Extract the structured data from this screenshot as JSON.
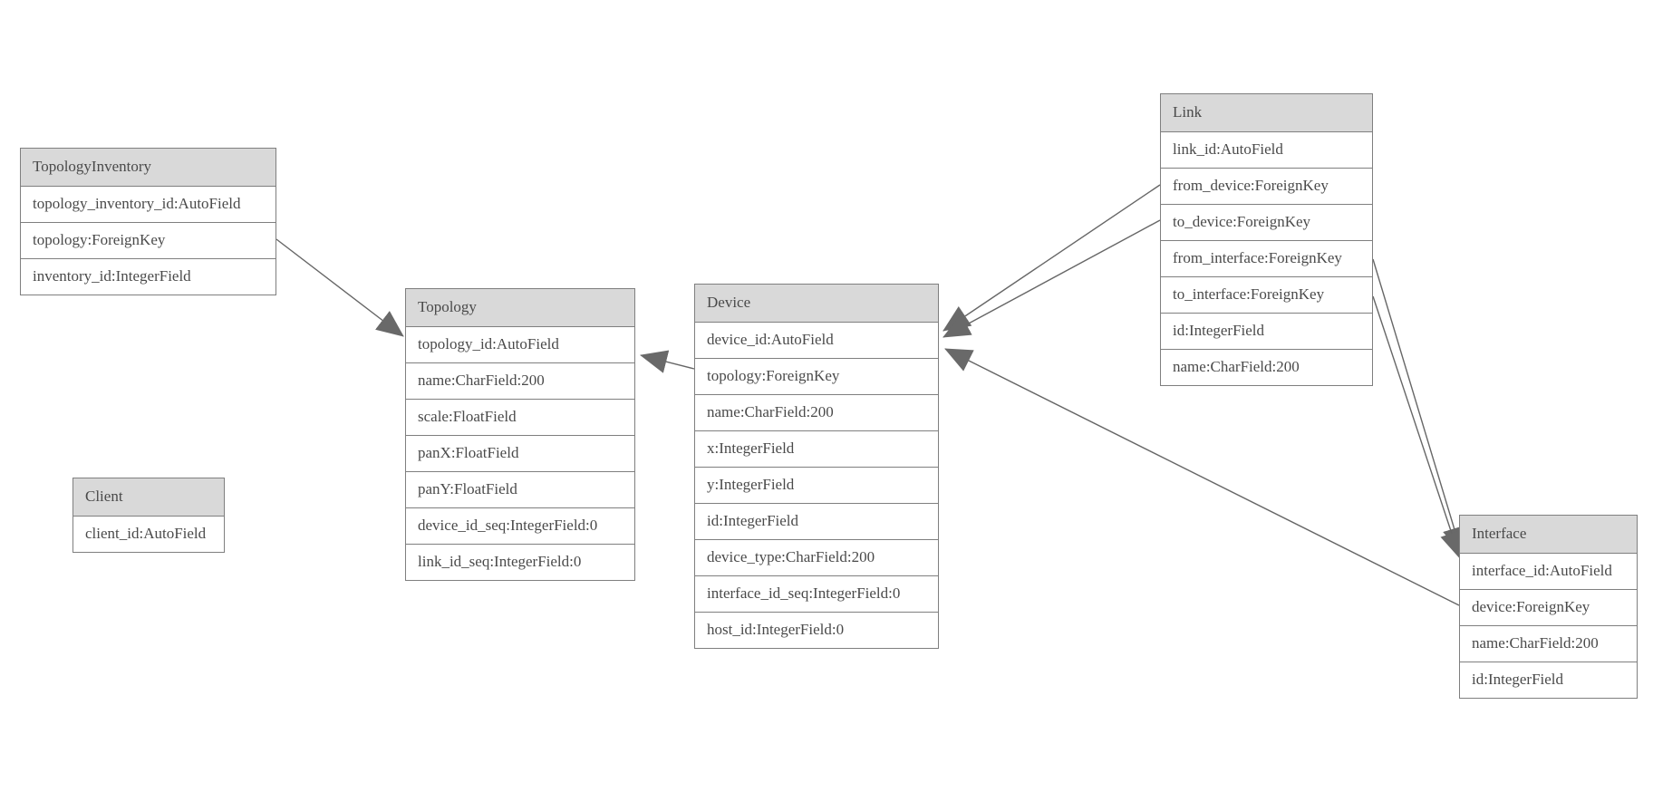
{
  "diagram": {
    "kind": "model-entity-relationship-diagram",
    "colors": {
      "background": "#ffffff",
      "header_fill": "#d9d9d9",
      "border": "#7f7f7f",
      "text": "#4a4a4a",
      "edge": "#666666",
      "arrowhead": "#696969"
    },
    "entities": {
      "topology_inventory": {
        "title": "TopologyInventory",
        "fields": [
          "topology_inventory_id:AutoField",
          "topology:ForeignKey",
          "inventory_id:IntegerField"
        ]
      },
      "topology": {
        "title": "Topology",
        "fields": [
          "topology_id:AutoField",
          "name:CharField:200",
          "scale:FloatField",
          "panX:FloatField",
          "panY:FloatField",
          "device_id_seq:IntegerField:0",
          "link_id_seq:IntegerField:0"
        ]
      },
      "client": {
        "title": "Client",
        "fields": [
          "client_id:AutoField"
        ]
      },
      "device": {
        "title": "Device",
        "fields": [
          "device_id:AutoField",
          "topology:ForeignKey",
          "name:CharField:200",
          "x:IntegerField",
          "y:IntegerField",
          "id:IntegerField",
          "device_type:CharField:200",
          "interface_id_seq:IntegerField:0",
          "host_id:IntegerField:0"
        ]
      },
      "link": {
        "title": "Link",
        "fields": [
          "link_id:AutoField",
          "from_device:ForeignKey",
          "to_device:ForeignKey",
          "from_interface:ForeignKey",
          "to_interface:ForeignKey",
          "id:IntegerField",
          "name:CharField:200"
        ]
      },
      "interface": {
        "title": "Interface",
        "fields": [
          "interface_id:AutoField",
          "device:ForeignKey",
          "name:CharField:200",
          "id:IntegerField"
        ]
      }
    },
    "relations": [
      {
        "from": "TopologyInventory.topology",
        "to": "Topology"
      },
      {
        "from": "Device.topology",
        "to": "Topology"
      },
      {
        "from": "Link.from_device",
        "to": "Device"
      },
      {
        "from": "Link.to_device",
        "to": "Device"
      },
      {
        "from": "Link.from_interface",
        "to": "Interface"
      },
      {
        "from": "Link.to_interface",
        "to": "Interface"
      },
      {
        "from": "Interface.device",
        "to": "Device"
      }
    ]
  }
}
